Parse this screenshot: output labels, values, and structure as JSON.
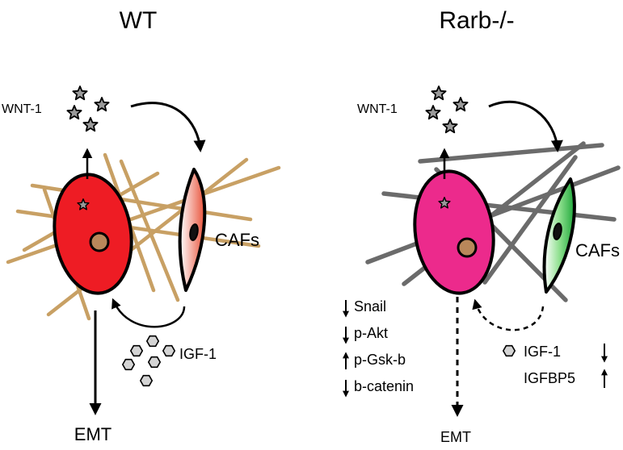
{
  "panels": {
    "wt": {
      "title": "WT",
      "wnt_label": "WNT-1",
      "caf_label": "CAFs",
      "igf_label": "IGF-1",
      "emt_label": "EMT",
      "colors": {
        "tumor_cell": "#ee1c24",
        "caf_cell": "#f5a38e",
        "fibers": "#c8a064",
        "nucleus": "#b9875a"
      }
    },
    "rarb": {
      "title": "Rarb-/-",
      "wnt_label": "WNT-1",
      "caf_label": "CAFs",
      "emt_label": "EMT",
      "colors": {
        "tumor_cell": "#ec2a8c",
        "caf_cell": "#7ed67e",
        "fibers": "#6b6b6b",
        "nucleus": "#b9875a"
      },
      "markers": [
        {
          "label": "Snail",
          "direction": "down"
        },
        {
          "label": "p-Akt",
          "direction": "down"
        },
        {
          "label": "p-Gsk-b",
          "direction": "up"
        },
        {
          "label": "b-catenin",
          "direction": "down"
        }
      ],
      "factors": [
        {
          "label": "IGF-1",
          "direction": "down"
        },
        {
          "label": "IGFBP5",
          "direction": "up"
        }
      ]
    }
  }
}
